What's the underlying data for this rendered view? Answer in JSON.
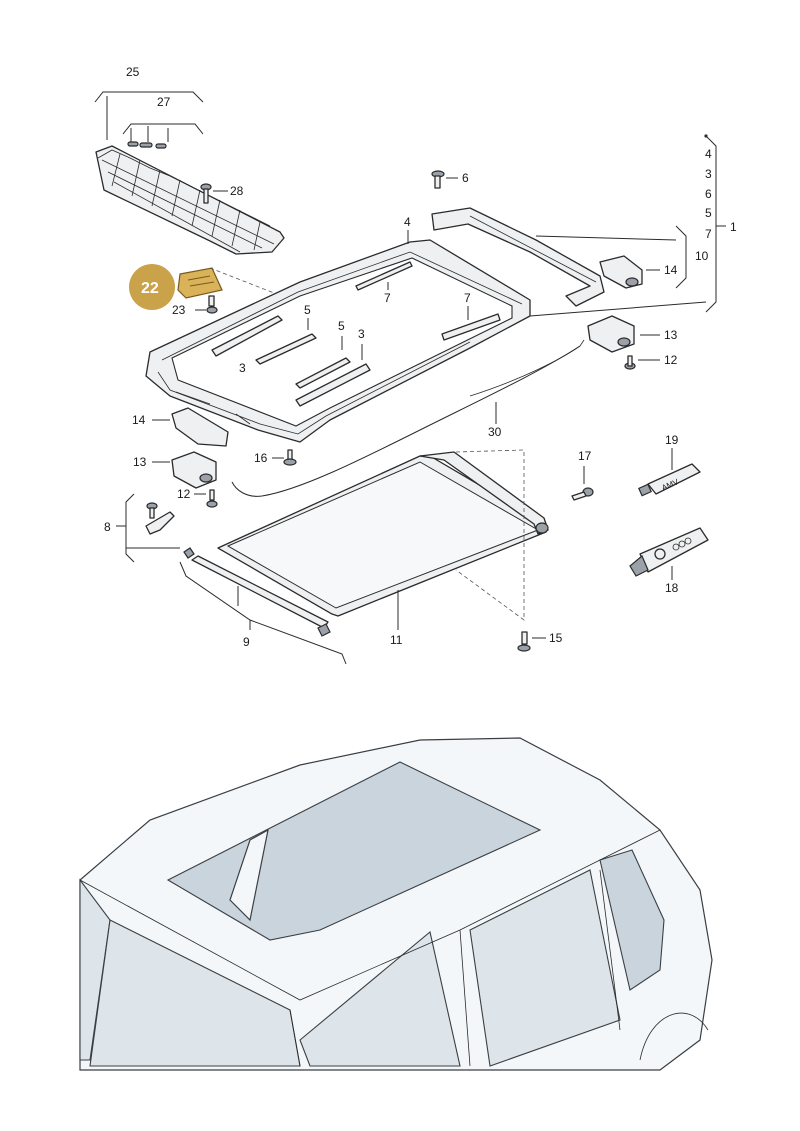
{
  "highlight": {
    "number": "22",
    "color": "#c9a24a"
  },
  "labels": {
    "p1": "1",
    "p3a": "3",
    "p3b": "3",
    "p4a": "4",
    "p3c": "3",
    "p6a": "6",
    "p5a": "5",
    "p7a": "7",
    "p4b": "4",
    "p5b": "5",
    "p5c": "5",
    "p6b": "6",
    "p7b": "7",
    "p7c": "7",
    "p8": "8",
    "p9": "9",
    "p10": "10",
    "p11": "11",
    "p12a": "12",
    "p12b": "12",
    "p13a": "13",
    "p13b": "13",
    "p14a": "14",
    "p14b": "14",
    "p15": "15",
    "p16": "16",
    "p17": "17",
    "p18": "18",
    "p19": "19",
    "p23": "23",
    "p25": "25",
    "p27": "27",
    "p28": "28",
    "p30": "30"
  },
  "tube_labels": {
    "small": "AMV"
  },
  "colors": {
    "line": "#2b2b2b",
    "part": "#eef0f2",
    "car_glass": "#c9d4dc"
  }
}
